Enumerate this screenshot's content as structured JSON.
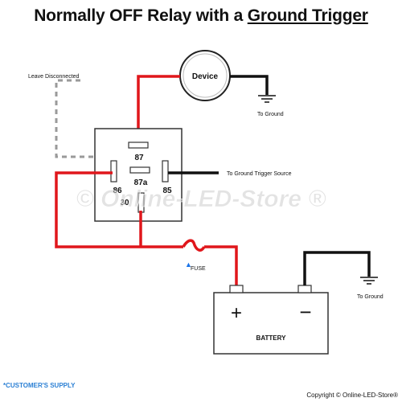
{
  "title": {
    "prefix": "Normally OFF Relay with a ",
    "emphasis": "Ground Trigger"
  },
  "labels": {
    "leave_disconnected": "Leave Disconnected",
    "device": "Device",
    "to_ground_device": "To Ground",
    "to_ground_trigger": "To Ground Trigger Source",
    "to_ground_battery": "To Ground",
    "fuse": "FUSE",
    "battery": "BATTERY",
    "plus": "+",
    "minus": "−",
    "customers_supply": "*CUSTOMER'S SUPPLY",
    "copyright": "Copyright © Online-LED-Store®",
    "watermark": "© Online-LED-Store ®"
  },
  "relay_pins": {
    "p87": "87",
    "p87a": "87a",
    "p86": "86",
    "p85": "85",
    "p30": "30"
  },
  "colors": {
    "positive_wire": "#e0161b",
    "ground_wire": "#111111",
    "disconnected_wire": "#9a9a9a",
    "fuse_marker": "#1a73e8",
    "supply_text": "#2a7fd4"
  }
}
